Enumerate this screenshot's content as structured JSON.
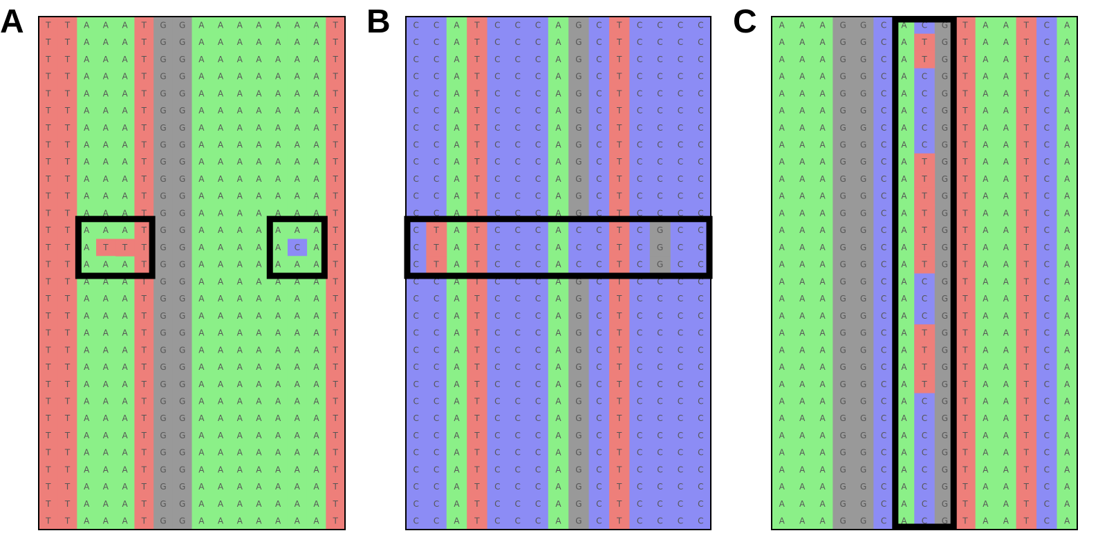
{
  "colors": {
    "A": "#8bf088",
    "C": "#8c8cf5",
    "G": "#999999",
    "T": "#ee7f7a",
    "border": "#000000",
    "letter": "#555555"
  },
  "panels": [
    {
      "label": "A",
      "columns": [
        "T",
        "T",
        "A",
        "A",
        "A",
        "T",
        "G",
        "G",
        "A",
        "A",
        "A",
        "A",
        "A",
        "A",
        "A",
        "T"
      ],
      "variants": [
        {
          "row": 12,
          "col": 3,
          "base": "A"
        },
        {
          "row": 13,
          "col": 3,
          "base": "T"
        },
        {
          "row": 13,
          "col": 4,
          "base": "T"
        },
        {
          "row": 14,
          "col": 3,
          "base": "A"
        },
        {
          "row": 12,
          "col": 13,
          "base": "A"
        },
        {
          "row": 13,
          "col": 13,
          "base": "C"
        },
        {
          "row": 14,
          "col": 13,
          "base": "A"
        }
      ],
      "highlight_boxes": [
        {
          "row0": 12,
          "row1": 14,
          "col0": 2,
          "col1": 5
        },
        {
          "row0": 12,
          "row1": 14,
          "col0": 12,
          "col1": 14
        }
      ]
    },
    {
      "label": "B",
      "columns": [
        "C",
        "C",
        "A",
        "T",
        "C",
        "C",
        "C",
        "A",
        "G",
        "C",
        "T",
        "C",
        "C",
        "C",
        "C"
      ],
      "variants": [
        {
          "row": 12,
          "col": 1,
          "base": "T"
        },
        {
          "row": 13,
          "col": 1,
          "base": "T"
        },
        {
          "row": 14,
          "col": 1,
          "base": "T"
        },
        {
          "row": 12,
          "col": 8,
          "base": "C"
        },
        {
          "row": 13,
          "col": 8,
          "base": "C"
        },
        {
          "row": 14,
          "col": 8,
          "base": "C"
        },
        {
          "row": 12,
          "col": 12,
          "base": "G"
        },
        {
          "row": 13,
          "col": 12,
          "base": "G"
        },
        {
          "row": 14,
          "col": 12,
          "base": "G"
        }
      ],
      "highlight_boxes": [
        {
          "row0": 12,
          "row1": 14,
          "col0": 0,
          "col1": 14
        }
      ]
    },
    {
      "label": "C",
      "columns": [
        "A",
        "A",
        "A",
        "G",
        "G",
        "C",
        "A",
        "C",
        "G",
        "T",
        "A",
        "A",
        "T",
        "C",
        "A"
      ],
      "variants": [
        {
          "row": 1,
          "col": 7,
          "base": "T"
        },
        {
          "row": 2,
          "col": 7,
          "base": "T"
        },
        {
          "row": 8,
          "col": 7,
          "base": "T"
        },
        {
          "row": 9,
          "col": 7,
          "base": "T"
        },
        {
          "row": 10,
          "col": 7,
          "base": "T"
        },
        {
          "row": 11,
          "col": 7,
          "base": "T"
        },
        {
          "row": 12,
          "col": 7,
          "base": "T"
        },
        {
          "row": 13,
          "col": 7,
          "base": "T"
        },
        {
          "row": 14,
          "col": 7,
          "base": "T"
        },
        {
          "row": 18,
          "col": 7,
          "base": "T"
        },
        {
          "row": 19,
          "col": 7,
          "base": "T"
        },
        {
          "row": 20,
          "col": 7,
          "base": "T"
        },
        {
          "row": 21,
          "col": 7,
          "base": "T"
        }
      ],
      "highlight_boxes": [
        {
          "row0": 0,
          "row1": 29,
          "col0": 6,
          "col1": 8
        }
      ]
    }
  ]
}
